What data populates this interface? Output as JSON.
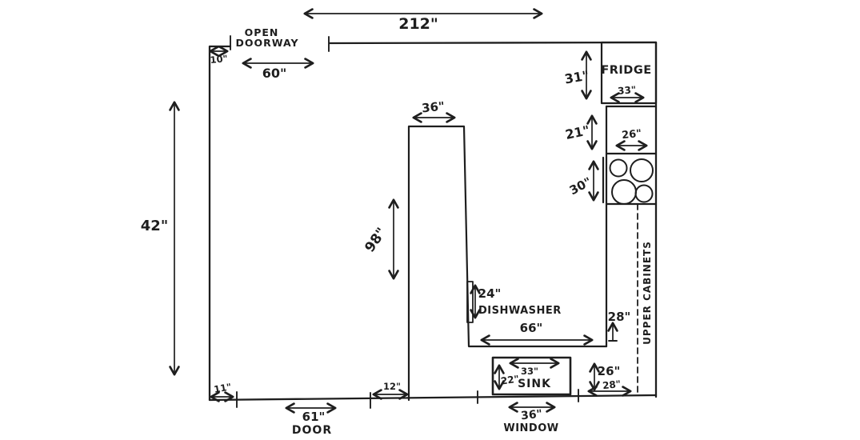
{
  "colors": {
    "ink": "#1e1e1e",
    "paper": "#ffffff"
  },
  "annotations": {
    "top_wall_length": "212\"",
    "doorway_offset": "10\"",
    "doorway_label_1": "OPEN",
    "doorway_label_2": "DOORWAY",
    "doorway_width": "60\"",
    "left_opening": "42\"",
    "fridge_label": "FRIDGE",
    "fridge_depth": "31\"",
    "fridge_width": "33\"",
    "fridge_stove_gap": "21\"",
    "counter_depth": "26\"",
    "stove_width": "30\"",
    "peninsula_width": "36\"",
    "peninsula_length": "98\"",
    "dishwasher_width": "24\"",
    "dishwasher_label": "DISHWASHER",
    "bottom_run_length": "66\"",
    "right_run_length": "28\"",
    "upper_cabinets_label": "UPPER CABINETS",
    "sink_width": "33\"",
    "sink_depth": "22\"",
    "sink_label": "SINK",
    "corner_depth": "26\"",
    "corner_width": "28\"",
    "door_offset": "11\"",
    "door_width": "61\"",
    "door_label": "DOOR",
    "door_peninsula_gap": "12\"",
    "window_width": "36\"",
    "window_label": "WINDOW"
  }
}
